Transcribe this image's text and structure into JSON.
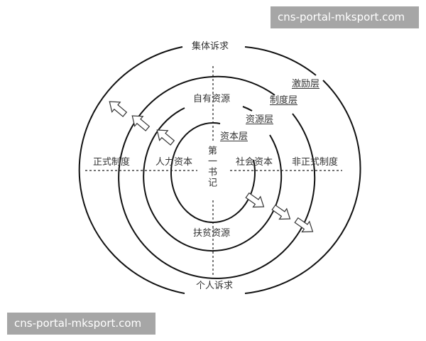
{
  "watermarks": {
    "top_right": "cns-portal-mksport.com",
    "bottom_left": "cns-portal-mksport.com"
  },
  "diagram": {
    "center_label": "第一书记",
    "top_labels": {
      "outer": "集体诉求",
      "inner": "自有资源"
    },
    "bottom_labels": {
      "inner": "扶贫资源",
      "outer": "个人诉求"
    },
    "left_labels": {
      "outer": "正式制度",
      "inner": "人力资本"
    },
    "right_labels": {
      "inner": "社会资本",
      "outer": "非正式制度"
    },
    "layers": [
      {
        "name": "资本层",
        "ring": 1
      },
      {
        "name": "资源层",
        "ring": 2
      },
      {
        "name": "制度层",
        "ring": 3
      },
      {
        "name": "激励层",
        "ring": 4
      }
    ],
    "arrows": {
      "upper_left_count": 3,
      "lower_right_count": 3
    },
    "colors": {
      "line": "#111111",
      "text": "#333333",
      "watermark_bg": "#a6a6a6",
      "watermark_text": "#ffffff"
    }
  }
}
